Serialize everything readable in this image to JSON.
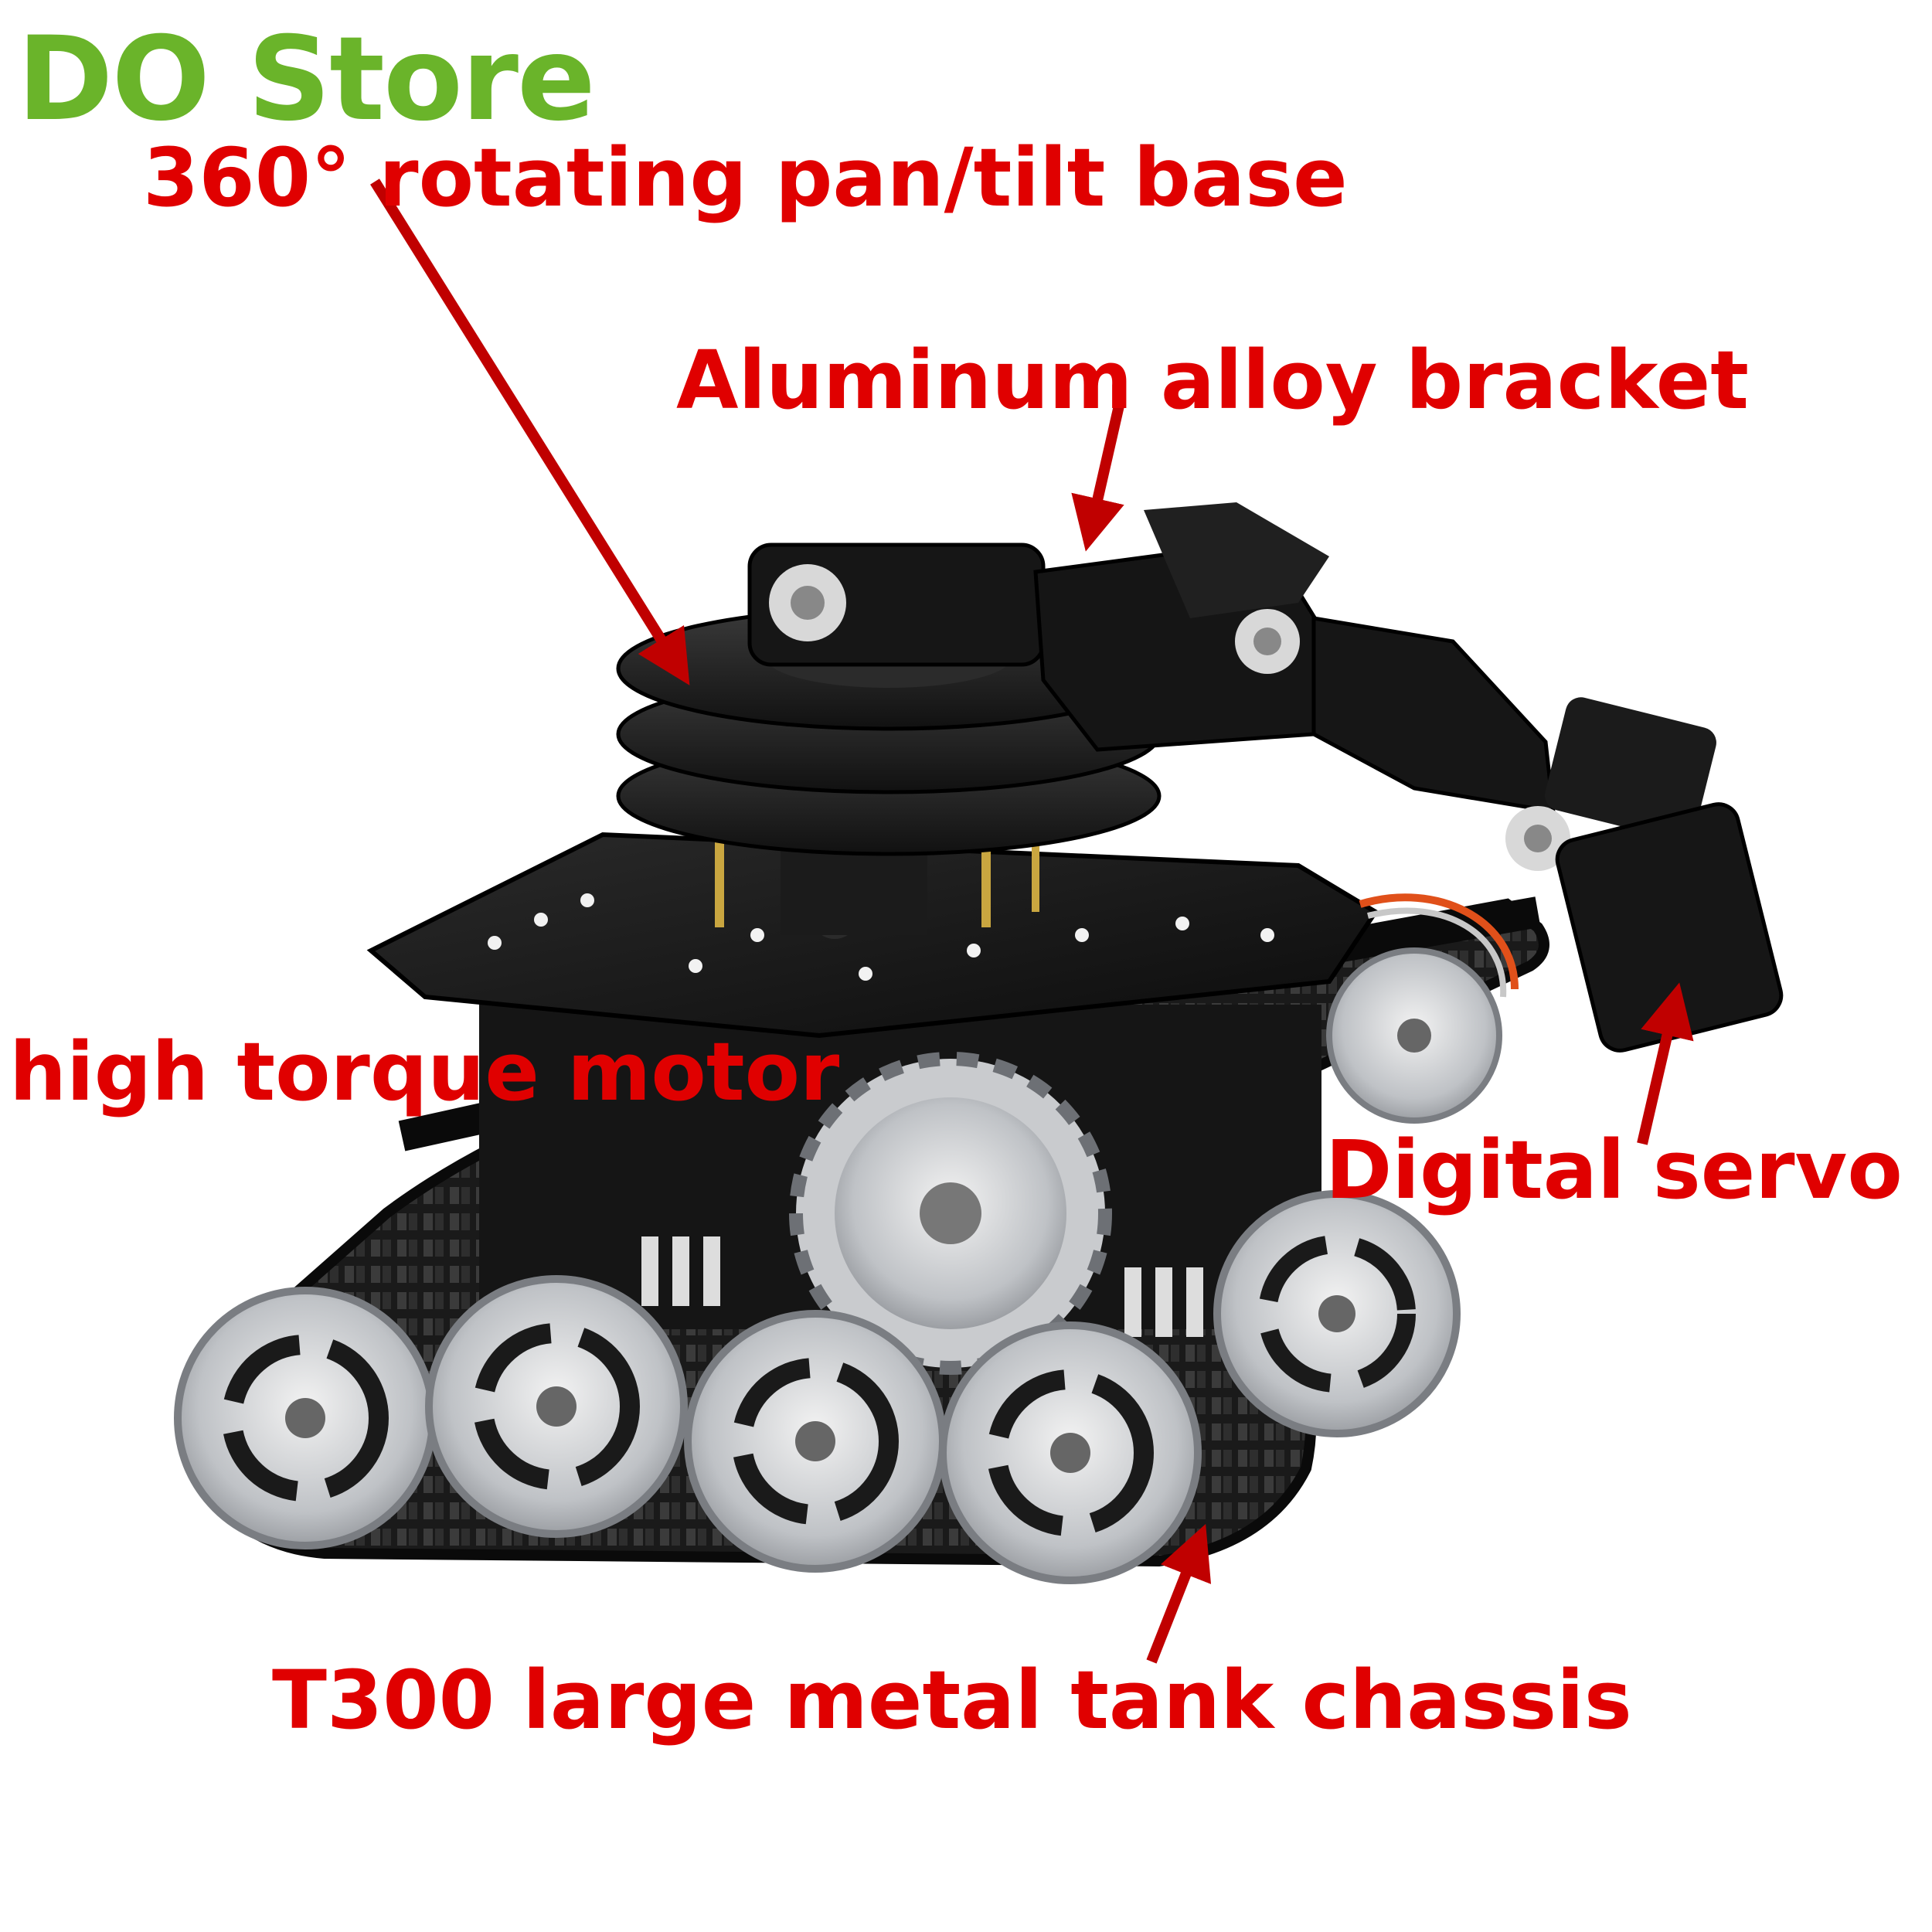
{
  "brand": {
    "text": "DO Store",
    "color": "#6ab42a"
  },
  "annotation_color": "#e00000",
  "labels": {
    "pan_tilt": "360° rotating pan/tilt base",
    "bracket": "Aluminum alloy bracket",
    "motor": "high torque motor",
    "servo": "Digital servo",
    "chassis": "T300 large metal tank chassis"
  },
  "subject": {
    "name": "robot-tank-with-arm-photo"
  }
}
